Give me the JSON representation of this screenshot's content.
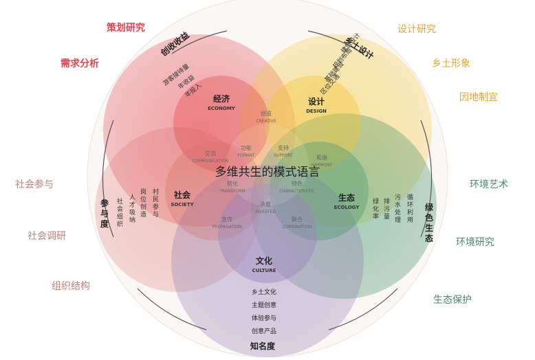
{
  "center_title": "多维共生的模式语言",
  "outer_labels": {
    "planning_research": "策划研究",
    "needs_analysis": "需求分析",
    "social_participation": "社会参与",
    "social_survey": "社会调研",
    "org_structure": "组织结构",
    "design_research": "设计研究",
    "rural_image": "乡土形象",
    "site_adaptation": "因地制宜",
    "env_art": "环境艺术",
    "env_research": "环境研究",
    "eco_protection": "生态保护"
  },
  "ring_labels": {
    "income": "创收收益",
    "rural_design": "乡土设计",
    "participation": "参与度",
    "green_eco": "绿色生态",
    "popularity": "知名度"
  },
  "ring_items": {
    "income": [
      "游客接待量",
      "年收益",
      "年投入"
    ],
    "design": [
      "建筑设计",
      "规划布局",
      "基础建设",
      "区位交通"
    ],
    "society_cols": [
      "村民参与",
      "岗位创造",
      "人才吸纳",
      "社会组织"
    ],
    "ecology_cols": [
      "循环利用",
      "污水处理",
      "排污量",
      "绿化率"
    ],
    "culture": [
      "乡土文化",
      "主题创意",
      "体验参与",
      "创意产品"
    ]
  },
  "circles": {
    "economy": {
      "cn": "经济",
      "en": "ECONOMY"
    },
    "design": {
      "cn": "设计",
      "en": "DESIGN"
    },
    "society": {
      "cn": "社会",
      "en": "SOCIETY"
    },
    "ecology": {
      "cn": "生态",
      "en": "ECOLOGY"
    },
    "culture": {
      "cn": "文化",
      "en": "CULTURE"
    }
  },
  "overlaps": {
    "creative": {
      "cn": "创造",
      "en": "CREATIVE"
    },
    "communication": {
      "cn": "交流",
      "en": "COMMUNICATION"
    },
    "format": {
      "cn": "功能",
      "en": "FORMAT"
    },
    "support": {
      "cn": "支持",
      "en": "SUPPORT"
    },
    "harmony": {
      "cn": "和谐",
      "en": "HARMONY"
    },
    "transform": {
      "cn": "转化",
      "en": "TRANSFORM"
    },
    "characteristic": {
      "cn": "特色",
      "en": "CHARACTERISTIC"
    },
    "invested": {
      "cn": "承载",
      "en": "INVESTED"
    },
    "propagation": {
      "cn": "宣传",
      "en": "PROPAGATION"
    },
    "combination": {
      "cn": "联合",
      "en": "COMBINATION"
    }
  },
  "colors": {
    "red": "#e0464e",
    "yellow": "#f0c63c",
    "green": "#4f9a73",
    "purple": "#9a84b8",
    "teal": "#5c9a92",
    "pink_text": "#c08077",
    "orange_text": "#e5a538",
    "green_text": "#4a8a68"
  }
}
